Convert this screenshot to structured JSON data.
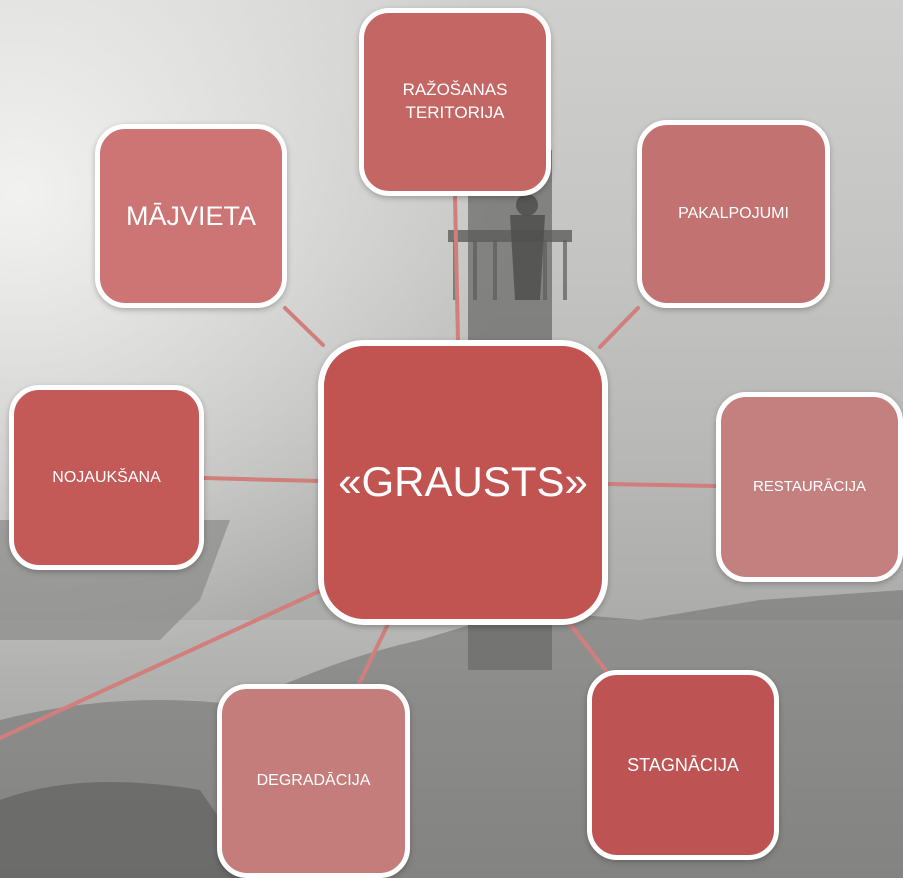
{
  "diagram": {
    "center": {
      "label": "«GRAUSTS»",
      "color": "#c15451"
    },
    "nodes": [
      {
        "id": "razosanas",
        "label": "RAŽOŠANAS\nTERITORIJA",
        "color": "#c46663"
      },
      {
        "id": "majvieta",
        "label": "MĀJVIETA",
        "color": "#cc7574"
      },
      {
        "id": "pakalpojumi",
        "label": "PAKALPOJUMI",
        "color": "#c27270"
      },
      {
        "id": "nojauksana",
        "label": "NOJAUKŠANA",
        "color": "#c35a58"
      },
      {
        "id": "restauracija",
        "label": "RESTAURĀCIJA",
        "color": "#c4807f"
      },
      {
        "id": "degradacija",
        "label": "DEGRADĀCIJA",
        "color": "#c47d7b"
      },
      {
        "id": "stagnacija",
        "label": "STAGNĀCIJA",
        "color": "#bd5453"
      }
    ],
    "connector_color": "#d07f7c"
  }
}
